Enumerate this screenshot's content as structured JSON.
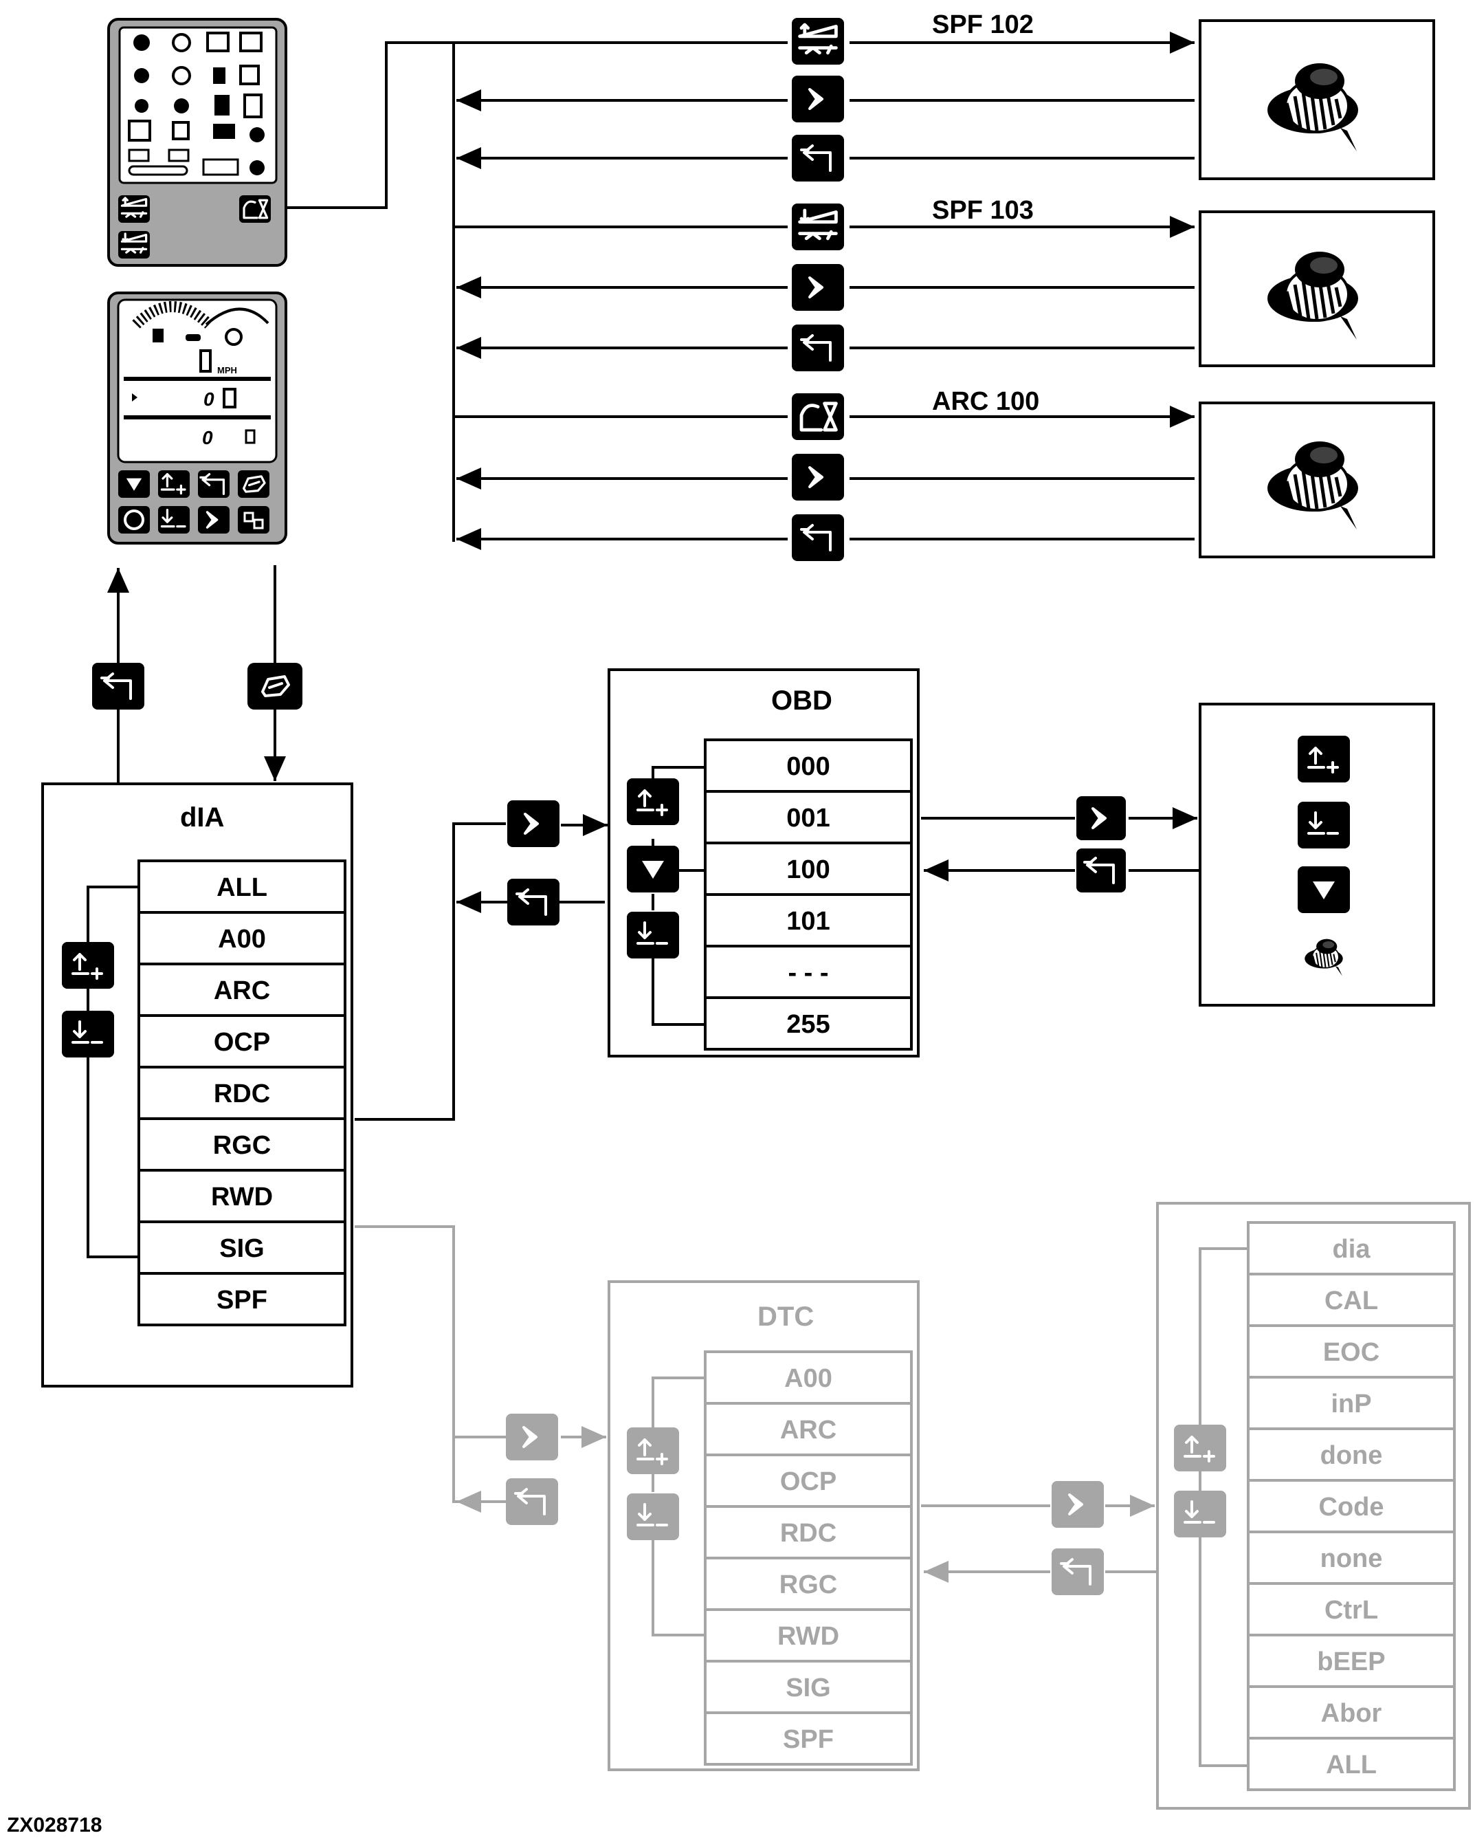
{
  "figure_id": "ZX028718",
  "monitor_top": {
    "name": "monitor-indicator-panel"
  },
  "monitor_bottom": {
    "name": "monitor-display-panel",
    "speed_unit": "MPH",
    "speed_value": "0",
    "gear_value": "0",
    "hours_value": "0"
  },
  "spf102": {
    "label": "SPF 102"
  },
  "spf103": {
    "label": "SPF 103"
  },
  "arc100": {
    "label": "ARC 100"
  },
  "dia": {
    "title": "dIA",
    "items": [
      "ALL",
      "A00",
      "ARC",
      "OCP",
      "RDC",
      "RGC",
      "RWD",
      "SIG",
      "SPF"
    ]
  },
  "obd": {
    "title": "OBD",
    "items": [
      "000",
      "001",
      "100",
      "101",
      "- - -",
      "255"
    ]
  },
  "dtc": {
    "title": "DTC",
    "items": [
      "A00",
      "ARC",
      "OCP",
      "RDC",
      "RGC",
      "RWD",
      "SIG",
      "SPF"
    ]
  },
  "dia_sub": {
    "items": [
      "dia",
      "CAL",
      "EOC",
      "inP",
      "done",
      "Code",
      "none",
      "CtrL",
      "bEEP",
      "Abor",
      "ALL"
    ]
  },
  "icons": {
    "enter": "enter-arrow-icon",
    "back": "return-arrow-icon",
    "up": "up-plus-icon",
    "down": "down-minus-icon",
    "select": "triangle-down-icon",
    "knob": "rotary-knob-icon",
    "diag": "diagnostic-icon"
  },
  "colors": {
    "active": "#000000",
    "inactive": "#a6a6a6"
  }
}
